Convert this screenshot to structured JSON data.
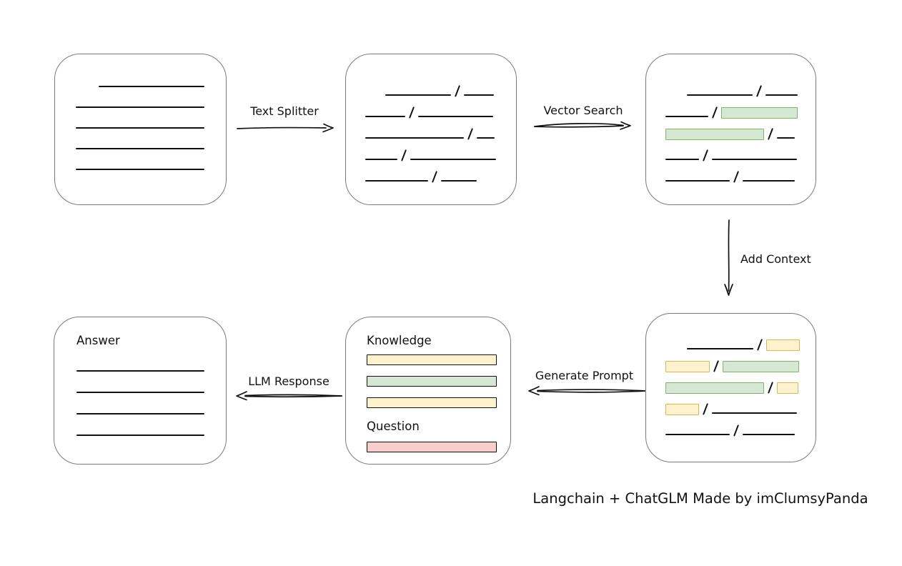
{
  "colors": {
    "box_border": "#7b7b7b",
    "line": "#111111",
    "chip_green_fill": "#d5e8d4",
    "chip_green_stroke": "#82b366",
    "chip_yellow_fill": "#fff2cc",
    "chip_yellow_stroke": "#d6b656",
    "chip_red_fill": "#f8cecc",
    "chip_red_stroke": "#b85450"
  },
  "labels": {
    "text_splitter": "Text Splitter",
    "vector_search": "Vector Search",
    "add_context": "Add Context",
    "generate_prompt": "Generate Prompt",
    "llm_response": "LLM Response"
  },
  "boxes": {
    "source_document": {
      "lines": [
        {
          "w": 148,
          "indent": 32
        },
        {
          "w": 180
        },
        {
          "w": 180
        },
        {
          "w": 180
        },
        {
          "w": 180
        }
      ]
    },
    "split_chunks": {
      "rows": [
        {
          "indent": 28,
          "segs": [
            {
              "t": "line",
              "w": 92
            },
            {
              "t": "slash"
            },
            {
              "t": "line",
              "w": 42
            }
          ]
        },
        {
          "segs": [
            {
              "t": "line",
              "w": 56
            },
            {
              "t": "slash"
            },
            {
              "t": "line",
              "w": 105
            }
          ]
        },
        {
          "segs": [
            {
              "t": "line",
              "w": 138
            },
            {
              "t": "slash"
            },
            {
              "t": "line",
              "w": 25
            }
          ]
        },
        {
          "segs": [
            {
              "t": "line",
              "w": 45
            },
            {
              "t": "slash"
            },
            {
              "t": "line",
              "w": 120
            }
          ]
        },
        {
          "segs": [
            {
              "t": "line",
              "w": 88
            },
            {
              "t": "slash"
            },
            {
              "t": "line",
              "w": 50
            }
          ]
        }
      ]
    },
    "matched_chunks": {
      "rows": [
        {
          "indent": 30,
          "segs": [
            {
              "t": "line",
              "w": 92
            },
            {
              "t": "slash"
            },
            {
              "t": "line",
              "w": 45
            }
          ]
        },
        {
          "segs": [
            {
              "t": "line",
              "w": 60
            },
            {
              "t": "slash"
            },
            {
              "t": "chip",
              "c": "green",
              "w": 107
            }
          ]
        },
        {
          "segs": [
            {
              "t": "chip",
              "c": "green",
              "w": 138
            },
            {
              "t": "slash"
            },
            {
              "t": "line",
              "w": 25
            }
          ]
        },
        {
          "segs": [
            {
              "t": "line",
              "w": 47
            },
            {
              "t": "slash"
            },
            {
              "t": "line",
              "w": 119
            }
          ]
        },
        {
          "segs": [
            {
              "t": "line",
              "w": 90
            },
            {
              "t": "slash"
            },
            {
              "t": "line",
              "w": 73
            }
          ]
        }
      ]
    },
    "context_chunks": {
      "rows": [
        {
          "indent": 30,
          "segs": [
            {
              "t": "line",
              "w": 93
            },
            {
              "t": "slash"
            },
            {
              "t": "chip",
              "c": "yellow",
              "w": 47
            }
          ]
        },
        {
          "segs": [
            {
              "t": "chip",
              "c": "yellow",
              "w": 62
            },
            {
              "t": "slash"
            },
            {
              "t": "chip",
              "c": "green",
              "w": 107
            }
          ]
        },
        {
          "segs": [
            {
              "t": "chip",
              "c": "green",
              "w": 138
            },
            {
              "t": "slash"
            },
            {
              "t": "chip",
              "c": "yellow",
              "w": 30
            }
          ]
        },
        {
          "segs": [
            {
              "t": "chip",
              "c": "yellow",
              "w": 47
            },
            {
              "t": "slash"
            },
            {
              "t": "line",
              "w": 119
            }
          ]
        },
        {
          "segs": [
            {
              "t": "line",
              "w": 90
            },
            {
              "t": "slash"
            },
            {
              "t": "line",
              "w": 73
            }
          ]
        }
      ]
    },
    "prompt": {
      "knowledge_label": "Knowledge",
      "question_label": "Question",
      "knowledge_bars": [
        "yellow",
        "green",
        "yellow"
      ],
      "question_bars": [
        "red"
      ]
    },
    "answer": {
      "label": "Answer",
      "lines": [
        {
          "w": 179
        },
        {
          "w": 179
        },
        {
          "w": 179
        },
        {
          "w": 179
        }
      ]
    }
  },
  "footer_text": "Langchain + ChatGLM Made by imClumsyPanda"
}
